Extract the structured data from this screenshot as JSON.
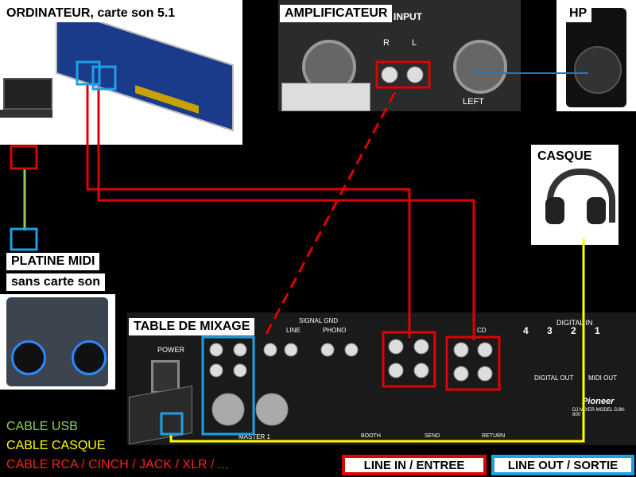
{
  "labels": {
    "computer": "ORDINATEUR, carte son 5.1",
    "amplifier": "AMPLIFICATEUR",
    "speaker": "HP",
    "headphones": "CASQUE",
    "midi_line1": "PLATINE MIDI",
    "midi_line2": "sans carte son",
    "mixer": "TABLE DE MIXAGE"
  },
  "amp_panel": {
    "input": "INPUT",
    "r": "R",
    "l": "L",
    "left": "LEFT"
  },
  "mixer_panel": {
    "signal_gnd": "SIGNAL GND",
    "power": "POWER",
    "phono": "PHONO",
    "line": "LINE",
    "cd": "CD",
    "digital_in": "DIGITAL IN",
    "digital_out": "DIGITAL OUT",
    "midi_out": "MIDI OUT",
    "brand": "Pioneer",
    "model": "DJ MIXER MODEL DJM-800",
    "master": "MASTER 1",
    "booth": "BOOTH",
    "send": "SEND",
    "return": "RETURN",
    "ch4": "4",
    "ch3": "3",
    "ch2": "2",
    "ch1": "1"
  },
  "legend": {
    "usb": "CABLE USB",
    "casque": "CABLE CASQUE",
    "rca": "CABLE RCA / CINCH / JACK / XLR / ..."
  },
  "key": {
    "line_in": "LINE IN / ENTREE",
    "line_out": "LINE OUT / SORTIE"
  },
  "colors": {
    "usb": "#92d050",
    "casque": "#ffff00",
    "rca": "#ff0000",
    "line_in": "#e00000",
    "line_out": "#1ea0e6"
  }
}
